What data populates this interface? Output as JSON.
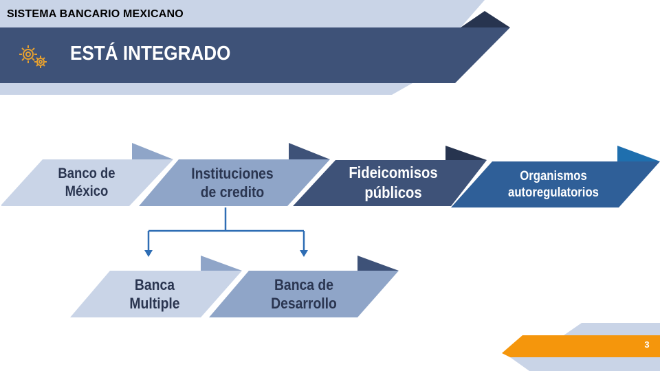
{
  "header": {
    "section_label": "SISTEMA BANCARIO MEXICANO",
    "title": "ESTÁ INTEGRADO",
    "icon": "gears-icon"
  },
  "diagram": {
    "top_row": [
      {
        "id": "banco-de-mexico",
        "line1": "Banco de",
        "line2": "México"
      },
      {
        "id": "instituciones-de-credito",
        "line1": "Instituciones",
        "line2": "de credito"
      },
      {
        "id": "fideicomisos-publicos",
        "line1": "Fideicomisos",
        "line2": "públicos"
      },
      {
        "id": "organismos-autoregulatorios",
        "line1": "Organismos",
        "line2": "autoregulatorios"
      }
    ],
    "bottom_row": [
      {
        "id": "banca-multiple",
        "line1": "Banca",
        "line2": "Multiple"
      },
      {
        "id": "banca-de-desarrollo",
        "line1": "Banca de",
        "line2": "Desarrollo"
      }
    ],
    "connector_from": "instituciones-de-credito",
    "connector_to": [
      "banca-multiple",
      "banca-de-desarrollo"
    ]
  },
  "colors": {
    "header_dark": "#3e5278",
    "header_light": "#c9d4e7",
    "header_corner": "#27344f",
    "box_light": "#c9d4e7",
    "box_mid": "#8fa5c8",
    "box_dark": "#3e5278",
    "box_blue": "#2f5f98",
    "connector": "#2e6db4",
    "accent_orange": "#f5960c"
  },
  "footer": {
    "page_number": "3"
  }
}
